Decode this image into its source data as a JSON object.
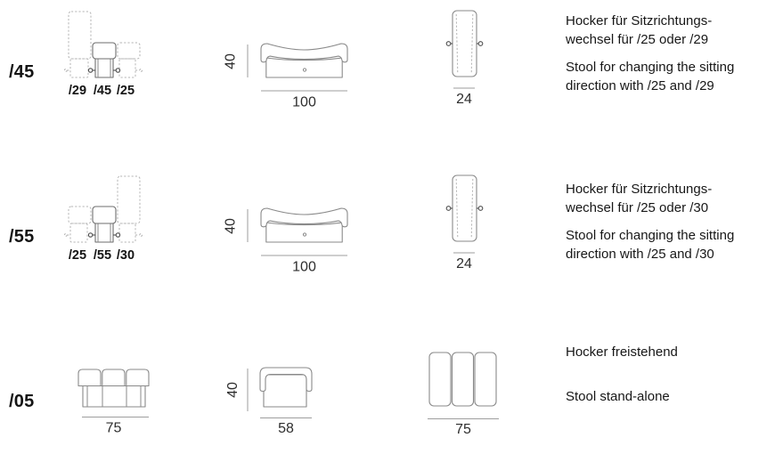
{
  "rows": [
    {
      "code": "/45",
      "module_labels": [
        "/29",
        "/45",
        "/25"
      ],
      "front": {
        "height": "40",
        "width": "100"
      },
      "side": {
        "width": "24"
      },
      "de": [
        "Hocker für Sitzrichtungs-",
        "wechsel für /25 oder /29"
      ],
      "en": [
        "Stool for changing the sitting",
        "direction with /25 and /29"
      ]
    },
    {
      "code": "/55",
      "module_labels": [
        "/25",
        "/55",
        "/30"
      ],
      "front": {
        "height": "40",
        "width": "100"
      },
      "side": {
        "width": "24"
      },
      "de": [
        "Hocker für Sitzrichtungs-",
        "wechsel für /25 oder /30"
      ],
      "en": [
        "Stool for changing the sitting",
        "direction with /25 and /30"
      ]
    },
    {
      "code": "/05",
      "front": {
        "width": "75"
      },
      "side": {
        "height": "40",
        "width": "58"
      },
      "top": {
        "width": "75"
      },
      "de": [
        "Hocker freistehend"
      ],
      "en": [
        "Stool stand-alone"
      ]
    }
  ],
  "colors": {
    "background": "#ffffff",
    "solid_outline": "#6e6e6e",
    "dashed_outline": "#b5b5b5",
    "dimension_line": "#9e9e9e",
    "text": "#171717"
  }
}
